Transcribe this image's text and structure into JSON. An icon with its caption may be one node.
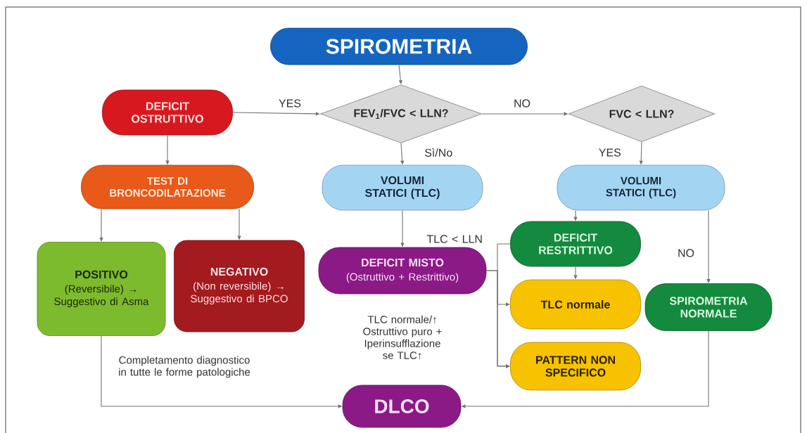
{
  "diagram": {
    "nodes": [
      {
        "text": [
          "SPIROMETRIA"
        ]
      },
      {
        "text": [
          "DEFICIT OSTRUTTIVO"
        ]
      },
      {
        "text": [
          "FEV$_{1}$/FVC < LLN?"
        ]
      },
      {
        "text": [
          "FVC < LLN?"
        ]
      },
      {
        "text": [
          "TEST DI BRONCODILATAZIONE"
        ]
      },
      {
        "text": [
          "VOLUMI STATICI (TLC)"
        ]
      },
      {
        "text": [
          "VOLUMI STATICI (TLC)"
        ]
      },
      {
        "text": [
          "POSITIVO",
          "(Reversibile) → Suggestivo di Asma"
        ]
      },
      {
        "text": [
          "NEGATIVO",
          "(Non reversibile) → Suggestivo di BPCO"
        ]
      },
      {
        "text": [
          "DEFICIT MISTO",
          "(Ostruttivo + Restrittivo)"
        ]
      },
      {
        "text": [
          "DEFICIT RESTRITTIVO"
        ]
      },
      {
        "text": [
          "TLC normale"
        ]
      },
      {
        "text": [
          "SPIROMETRIA NORMALE"
        ]
      },
      {
        "text": [
          "PATTERN NON SPECIFICO"
        ]
      },
      {
        "text": [
          "DLCO"
        ]
      }
    ],
    "edges": [
      {
        "from": 0,
        "to": 2,
        "arrow": "to"
      },
      {
        "from": 1,
        "to": 2,
        "arrow": "to",
        "label": "YES"
      },
      {
        "from": 2,
        "to": 3,
        "arrow": "to",
        "label": "NO"
      },
      {
        "from": 2,
        "to": 5,
        "arrow": "to",
        "label": "Sì/No"
      },
      {
        "from": 3,
        "to": 6,
        "arrow": "to",
        "label": "YES"
      },
      {
        "from": 1,
        "to": 4,
        "arrow": "to"
      },
      {
        "from": 4,
        "to": 7,
        "arrow": "to"
      },
      {
        "from": 4,
        "to": 8,
        "arrow": "to"
      },
      {
        "from": 5,
        "to": 9,
        "arrow": "to",
        "label": "TLC < LLN"
      },
      {
        "from": 6,
        "to": 10,
        "arrow": "to"
      },
      {
        "from": 6,
        "to": 12,
        "arrow": "to",
        "label": "NO"
      },
      {
        "from": 10,
        "to": 11,
        "arrow": "to"
      },
      {
        "from": 9,
        "to": 11,
        "arrow": "to"
      },
      {
        "from": 9,
        "to": 13,
        "arrow": "to"
      },
      {
        "from": 10,
        "to": 13,
        "arrow": "to"
      },
      {
        "from": 7,
        "to": 14,
        "arrow": "to",
        "label": "Completamento diagnostico in tutte le forme patologiche"
      },
      {
        "from": 12,
        "to": 14,
        "arrow": "to"
      }
    ],
    "labels": [
      "TLC normale/↑ Ostruttivo puro + Iperinsufflazione se TLC↑"
    ]
  }
}
